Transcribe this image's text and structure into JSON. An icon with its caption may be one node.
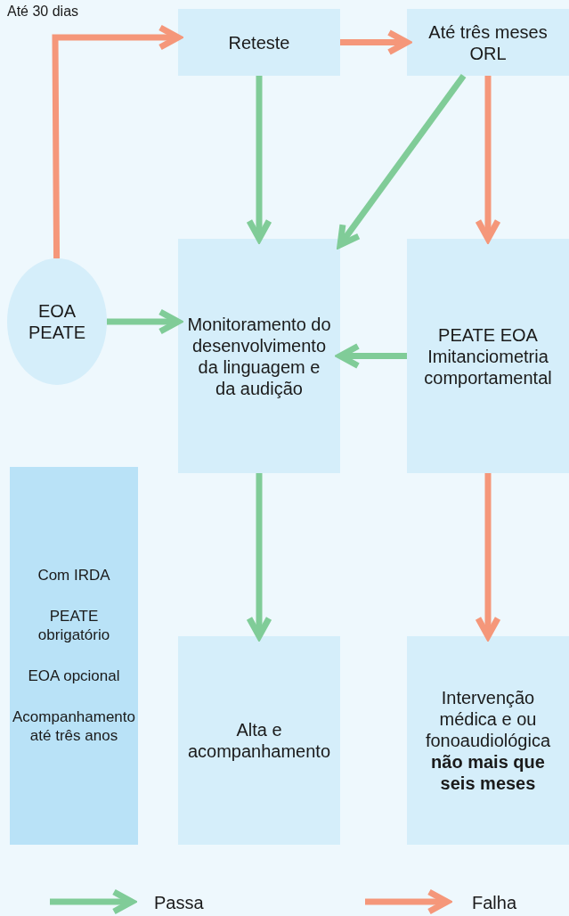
{
  "diagram": {
    "nodes": [
      {
        "text": [
          "EOA PEATE"
        ]
      },
      {
        "text": [
          "Reteste"
        ]
      },
      {
        "text": [
          "Até três meses ORL"
        ]
      },
      {
        "text": [
          "Monitoramento do desenvolvimento da linguagem e da audição"
        ]
      },
      {
        "text": [
          "PEATE EOA Imitanciometria comportamental"
        ]
      },
      {
        "text": [
          "Alta e acompanhamento"
        ]
      },
      {
        "text": [
          "Intervenção médica e ou fonoaudiológica **não mais que seis meses**"
        ]
      },
      {
        "text": [
          "Com IRDA",
          "PEATE obrigatório",
          "EOA opcional",
          "Acompanhamento até três anos"
        ]
      }
    ],
    "edges": [
      {
        "from": 0,
        "to": 1,
        "arrow": "to",
        "color": "#f5977a"
      },
      {
        "from": 1,
        "to": 2,
        "arrow": "to",
        "color": "#f5977a"
      },
      {
        "from": 1,
        "to": 3,
        "arrow": "to"
      },
      {
        "from": 2,
        "to": 3,
        "arrow": "to"
      },
      {
        "from": 2,
        "to": 4,
        "arrow": "to",
        "color": "#f5977a"
      },
      {
        "from": 0,
        "to": 3,
        "arrow": "to"
      },
      {
        "from": 4,
        "to": 3,
        "arrow": "to"
      },
      {
        "from": 3,
        "to": 5,
        "arrow": "to"
      },
      {
        "from": 4,
        "to": 6,
        "arrow": "to",
        "color": "#f5977a"
      }
    ],
    "labels": [
      "Até 30 dias"
    ],
    "legend": [
      {
        "text": "Passa"
      },
      {
        "text": "Falha"
      }
    ]
  }
}
